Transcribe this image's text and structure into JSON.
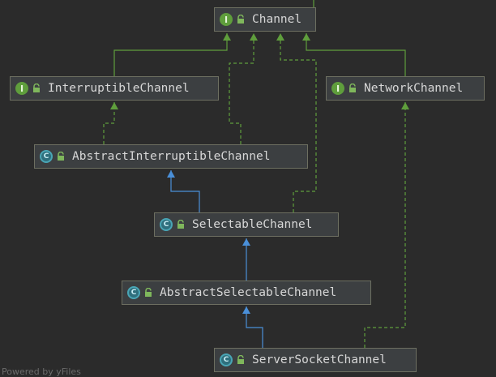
{
  "diagram": {
    "nodes": [
      {
        "id": "channel",
        "label": "Channel",
        "kind": "interface",
        "badge": "I"
      },
      {
        "id": "interruptible",
        "label": "InterruptibleChannel",
        "kind": "interface",
        "badge": "I"
      },
      {
        "id": "network",
        "label": "NetworkChannel",
        "kind": "interface",
        "badge": "I"
      },
      {
        "id": "abstract-interruptible",
        "label": "AbstractInterruptibleChannel",
        "kind": "class",
        "badge": "C"
      },
      {
        "id": "selectable",
        "label": "SelectableChannel",
        "kind": "class",
        "badge": "C"
      },
      {
        "id": "abstract-selectable",
        "label": "AbstractSelectableChannel",
        "kind": "class",
        "badge": "C"
      },
      {
        "id": "server-socket",
        "label": "ServerSocketChannel",
        "kind": "class",
        "badge": "C"
      }
    ],
    "edges": [
      {
        "from": "interruptible",
        "to": "channel",
        "type": "extends"
      },
      {
        "from": "network",
        "to": "channel",
        "type": "extends"
      },
      {
        "from": "abstract-interruptible",
        "to": "interruptible",
        "type": "implements"
      },
      {
        "from": "abstract-interruptible",
        "to": "channel",
        "type": "implements"
      },
      {
        "from": "selectable",
        "to": "channel",
        "type": "implements"
      },
      {
        "from": "selectable",
        "to": "abstract-interruptible",
        "type": "extends"
      },
      {
        "from": "abstract-selectable",
        "to": "selectable",
        "type": "extends"
      },
      {
        "from": "server-socket",
        "to": "abstract-selectable",
        "type": "extends"
      },
      {
        "from": "server-socket",
        "to": "network",
        "type": "implements"
      }
    ]
  },
  "colors": {
    "background": "#2b2b2b",
    "node_fill": "#3c3f41",
    "node_border": "#6d6f61",
    "interface_edge": "#5f9e3c",
    "class_edge": "#4a8fd8",
    "interface_badge": "#5f9e3c",
    "class_badge": "#2f6f7d"
  },
  "watermark": "Powered by yFiles"
}
